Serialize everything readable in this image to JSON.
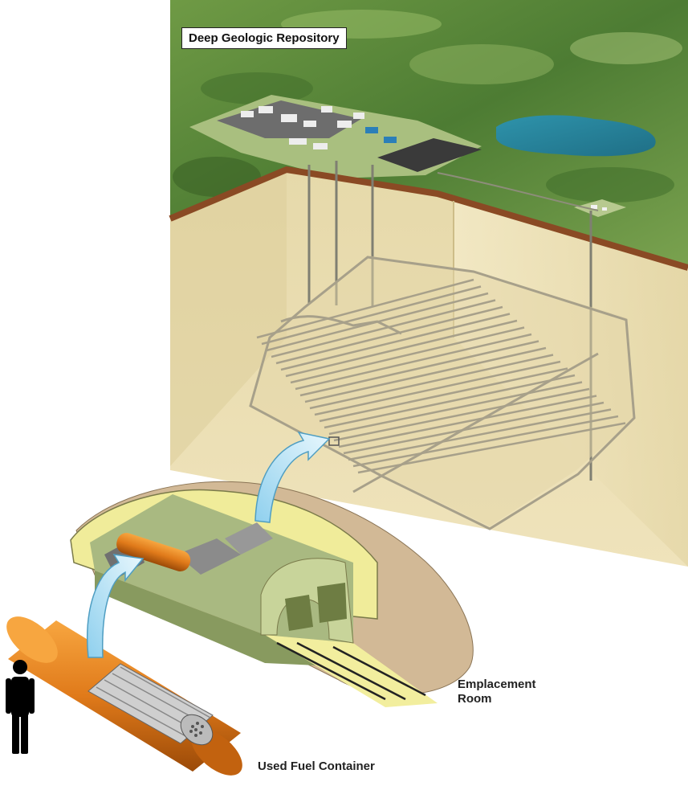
{
  "title": "Deep Geologic Repository",
  "labels": {
    "emplacement_room": "Emplacement Room",
    "used_fuel_container": "Used Fuel Container"
  },
  "icons": [
    "human-figure-icon",
    "curved-arrow-icon"
  ],
  "colors": {
    "forest": "#5b8a3a",
    "lake": "#2f8fa6",
    "rock_face": "#e8dcb0",
    "topsoil_edge": "#8a4a24",
    "container": "#e07a1a",
    "arrow": "#bfe3f2",
    "concrete": "#b8c48a",
    "bentonite": "#f3f0a8"
  }
}
